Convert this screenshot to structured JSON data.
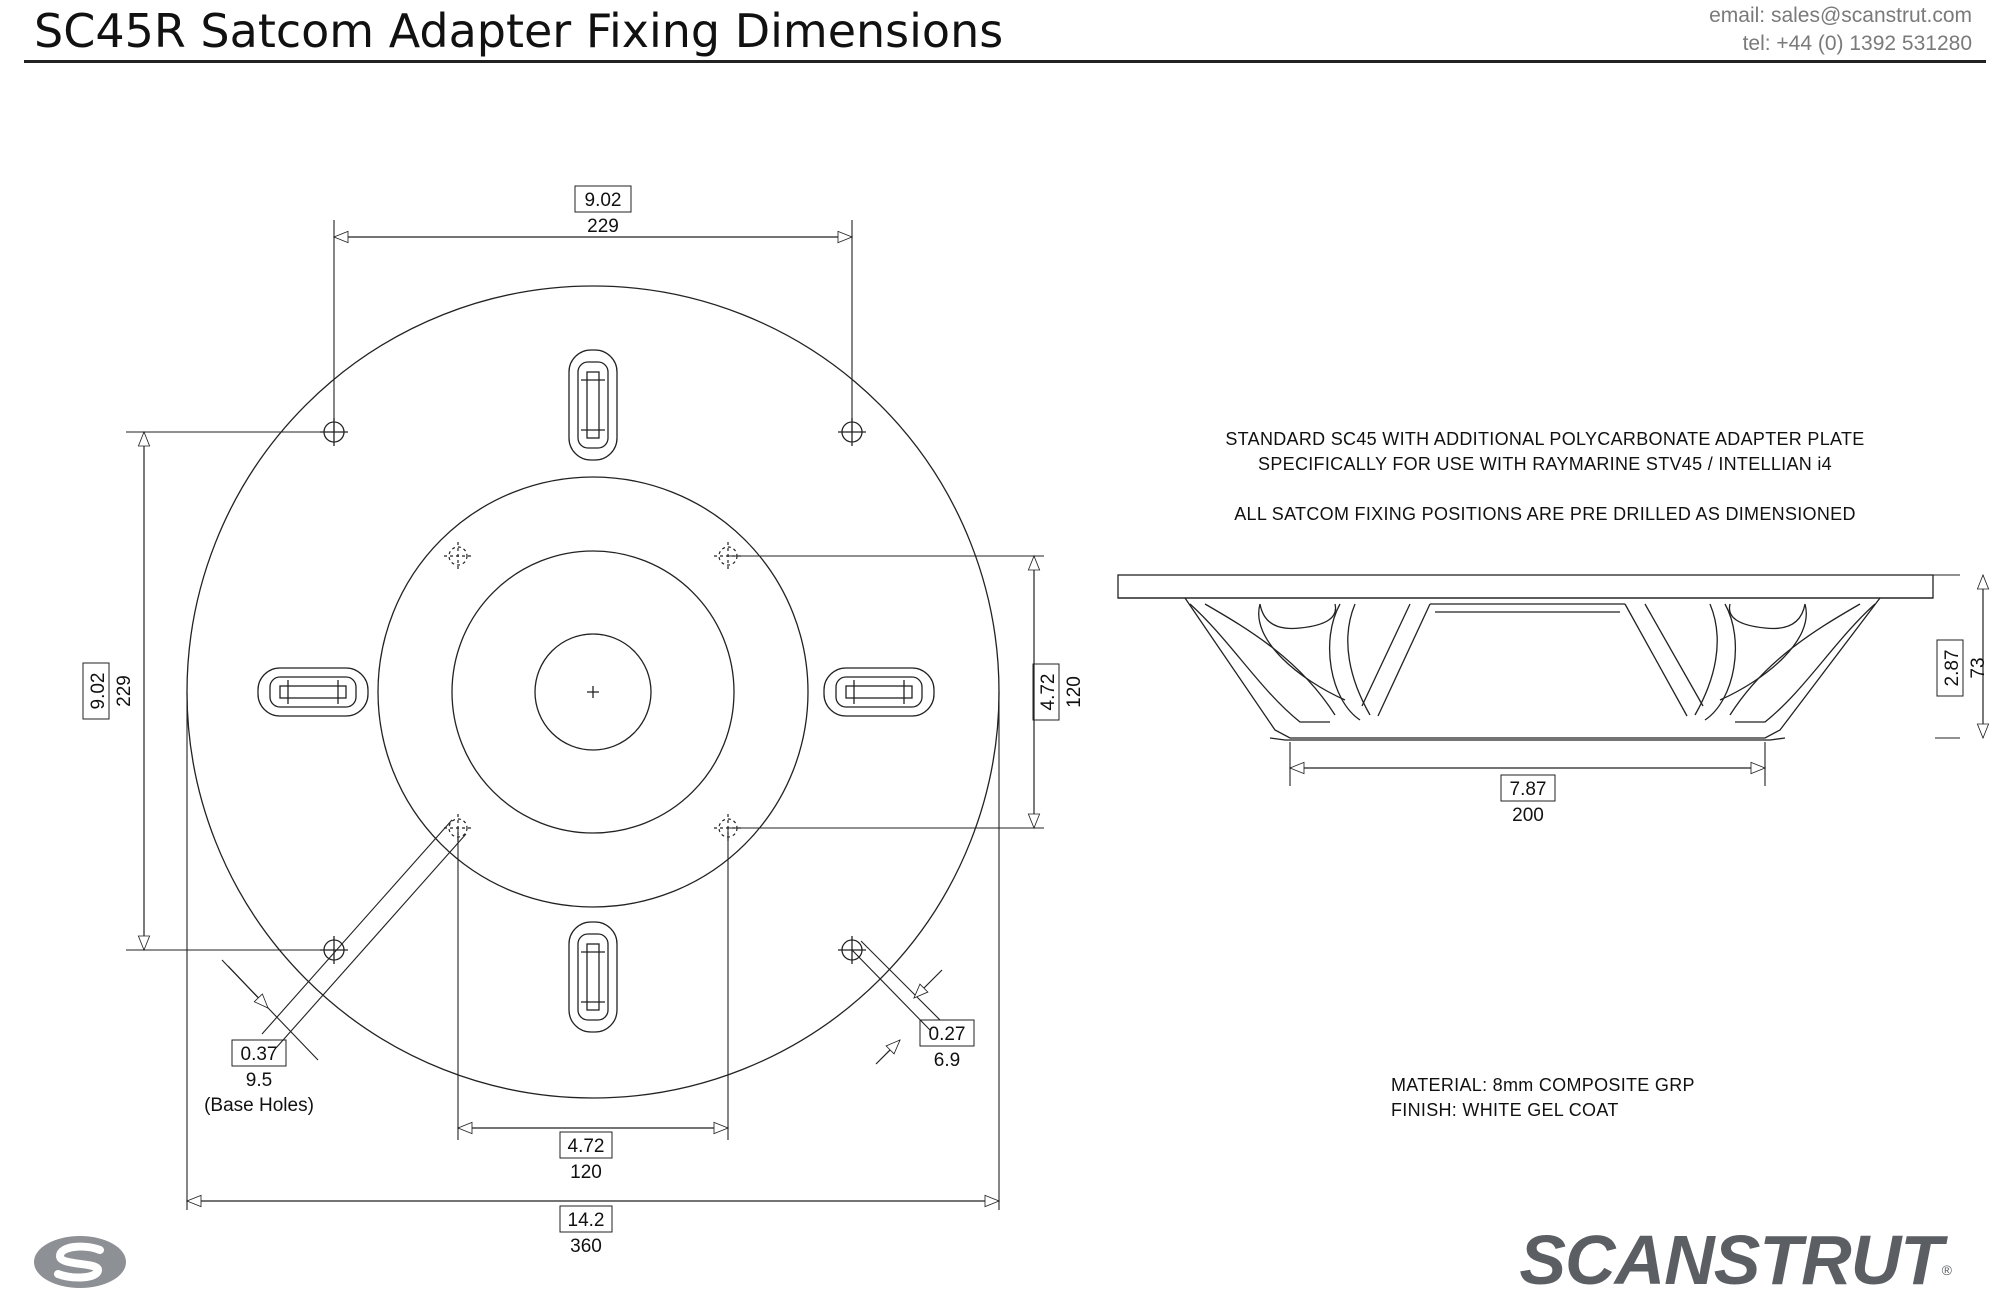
{
  "header": {
    "title": "SC45R Satcom Adapter Fixing Dimensions",
    "email": "email: sales@scanstrut.com",
    "tel": "tel:  +44 (0) 1392 531280"
  },
  "plan_view": {
    "dim_top": {
      "in": "9.02",
      "mm": "229"
    },
    "dim_left": {
      "in": "9.02",
      "mm": "229"
    },
    "dim_right": {
      "in": "4.72",
      "mm": "120"
    },
    "dim_inner_bottom": {
      "in": "4.72",
      "mm": "120"
    },
    "dim_overall": {
      "in": "14.2",
      "mm": "360"
    },
    "base_hole": {
      "in": "0.37",
      "mm": "9.5",
      "label": "(Base Holes)"
    },
    "satcom_hole": {
      "in": "0.27",
      "mm": "6.9"
    }
  },
  "side_view": {
    "dim_height": {
      "in": "2.87",
      "mm": "73"
    },
    "dim_base": {
      "in": "7.87",
      "mm": "200"
    }
  },
  "notes": {
    "line1": "STANDARD SC45 WITH ADDITIONAL POLYCARBONATE ADAPTER PLATE",
    "line2": "SPECIFICALLY FOR USE WITH RAYMARINE STV45 / INTELLIAN i4",
    "line3": "ALL SATCOM FIXING POSITIONS ARE PRE DRILLED AS DIMENSIONED"
  },
  "material": {
    "material": "MATERIAL: 8mm COMPOSITE GRP",
    "finish": "FINISH: WHITE GEL COAT"
  },
  "brand": {
    "name": "SCANSTRUT",
    "mark": "®"
  }
}
